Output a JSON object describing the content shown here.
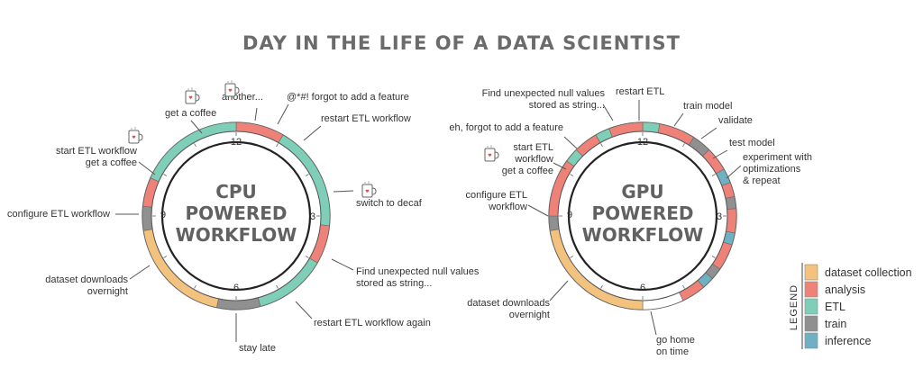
{
  "title": "DAY IN THE LIFE OF A DATA SCIENTIST",
  "colors": {
    "dataset collection": "#f2c27e",
    "analysis": "#ef8278",
    "ETL": "#7fcfb8",
    "train": "#909090",
    "inference": "#6fb1c3",
    "idle": "#ffffff"
  },
  "legend": {
    "title": "LEGEND",
    "items": [
      {
        "key": "dataset collection",
        "label": "dataset collection"
      },
      {
        "key": "analysis",
        "label": "analysis"
      },
      {
        "key": "ETL",
        "label": "ETL"
      },
      {
        "key": "train",
        "label": "train"
      },
      {
        "key": "inference",
        "label": "inference"
      }
    ]
  },
  "clocks": [
    {
      "id": "cpu",
      "center_lines": [
        "CPU",
        "POWERED",
        "WORKFLOW"
      ],
      "hour_labels": [
        "12",
        "3",
        "6",
        "9"
      ],
      "segments": [
        {
          "start": 0.0,
          "end": 1.0,
          "type": "analysis"
        },
        {
          "start": 1.0,
          "end": 3.2,
          "type": "ETL"
        },
        {
          "start": 3.2,
          "end": 4.0,
          "type": "analysis"
        },
        {
          "start": 4.0,
          "end": 5.5,
          "type": "ETL"
        },
        {
          "start": 5.5,
          "end": 6.4,
          "type": "train"
        },
        {
          "start": 6.4,
          "end": 8.7,
          "type": "dataset collection"
        },
        {
          "start": 8.7,
          "end": 9.2,
          "type": "train"
        },
        {
          "start": 9.2,
          "end": 9.8,
          "type": "analysis"
        },
        {
          "start": 9.8,
          "end": 12.0,
          "type": "ETL"
        }
      ],
      "annotations": [
        {
          "text": "another...",
          "icon": true
        },
        {
          "text": "@*#! forgot to add a feature",
          "icon": false
        },
        {
          "text": "restart ETL workflow",
          "icon": false
        },
        {
          "text": "get a coffee",
          "icon": true
        },
        {
          "text": "start ETL workflow|get a coffee",
          "icon": true
        },
        {
          "text": "switch to decaf",
          "icon": true
        },
        {
          "text": "configure ETL workflow",
          "icon": false
        },
        {
          "text": "Find unexpected null values|stored as string...",
          "icon": false
        },
        {
          "text": "dataset downloads|overnight",
          "icon": false
        },
        {
          "text": "restart ETL workflow again",
          "icon": false
        },
        {
          "text": "stay late",
          "icon": false
        }
      ]
    },
    {
      "id": "gpu",
      "center_lines": [
        "GPU",
        "POWERED",
        "WORKFLOW"
      ],
      "hour_labels": [
        "12",
        "3",
        "6",
        "9"
      ],
      "segments": [
        {
          "start": 0.0,
          "end": 0.35,
          "type": "ETL"
        },
        {
          "start": 0.35,
          "end": 1.1,
          "type": "analysis"
        },
        {
          "start": 1.1,
          "end": 1.5,
          "type": "train"
        },
        {
          "start": 1.5,
          "end": 2.0,
          "type": "analysis"
        },
        {
          "start": 2.0,
          "end": 2.3,
          "type": "inference"
        },
        {
          "start": 2.3,
          "end": 2.6,
          "type": "analysis"
        },
        {
          "start": 2.6,
          "end": 2.85,
          "type": "train"
        },
        {
          "start": 2.85,
          "end": 3.35,
          "type": "analysis"
        },
        {
          "start": 3.35,
          "end": 3.6,
          "type": "inference"
        },
        {
          "start": 3.6,
          "end": 4.15,
          "type": "analysis"
        },
        {
          "start": 4.15,
          "end": 4.4,
          "type": "train"
        },
        {
          "start": 4.4,
          "end": 4.65,
          "type": "inference"
        },
        {
          "start": 4.65,
          "end": 5.15,
          "type": "analysis"
        },
        {
          "start": 5.15,
          "end": 6.0,
          "type": "idle"
        },
        {
          "start": 6.0,
          "end": 8.7,
          "type": "dataset collection"
        },
        {
          "start": 8.7,
          "end": 9.0,
          "type": "train"
        },
        {
          "start": 9.0,
          "end": 10.2,
          "type": "analysis"
        },
        {
          "start": 10.2,
          "end": 10.5,
          "type": "ETL"
        },
        {
          "start": 10.5,
          "end": 11.0,
          "type": "analysis"
        },
        {
          "start": 11.0,
          "end": 11.3,
          "type": "ETL"
        },
        {
          "start": 11.3,
          "end": 12.0,
          "type": "analysis"
        }
      ],
      "annotations": [
        {
          "text": "Find unexpected null values|stored as string...",
          "icon": false
        },
        {
          "text": "restart ETL",
          "icon": false
        },
        {
          "text": "train model",
          "icon": false
        },
        {
          "text": "validate",
          "icon": false
        },
        {
          "text": "eh, forgot to add a feature",
          "icon": false
        },
        {
          "text": "start ETL|workflow|get a coffee",
          "icon": true
        },
        {
          "text": "test model",
          "icon": false
        },
        {
          "text": "experiment with|optimizations|& repeat",
          "icon": false
        },
        {
          "text": "configure ETL|workflow",
          "icon": false
        },
        {
          "text": "dataset downloads|overnight",
          "icon": false
        },
        {
          "text": "go home|on time",
          "icon": false
        }
      ]
    }
  ]
}
